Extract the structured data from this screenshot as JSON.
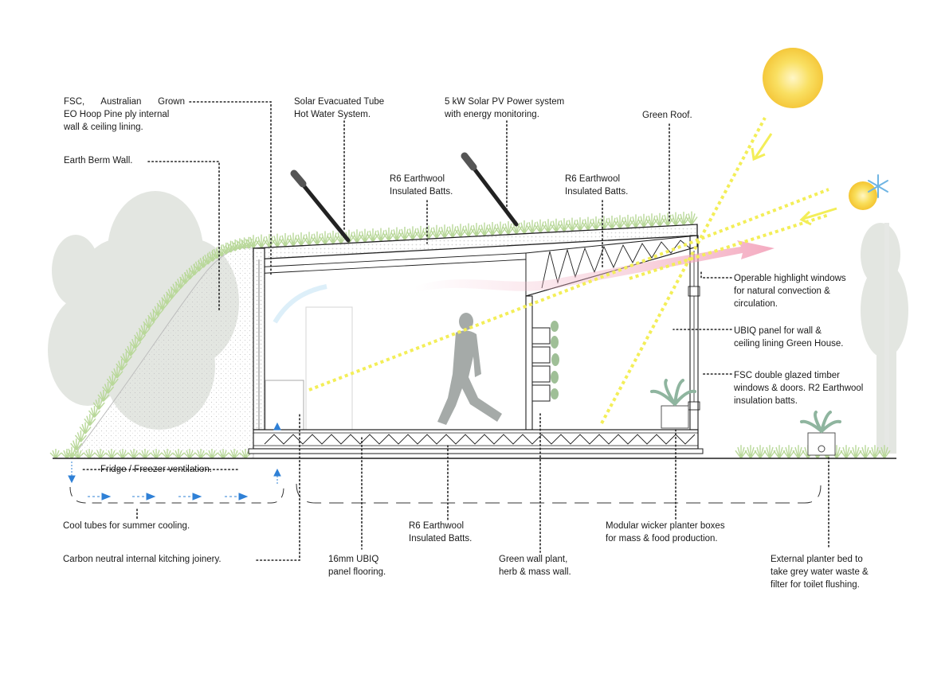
{
  "diagram": {
    "labels": {
      "fsc_lining": [
        "FSC,   Australian   Grown",
        "EO Hoop Pine ply internal",
        "wall & ceiling lining."
      ],
      "earth_berm": [
        "Earth Berm Wall."
      ],
      "solar_tube": [
        "Solar Evacuated Tube",
        "Hot Water System."
      ],
      "solar_pv": [
        "5 kW Solar PV Power system",
        "with energy monitoring."
      ],
      "green_roof": [
        "Green Roof."
      ],
      "batts_roof_left": [
        "R6 Earthwool",
        "Insulated Batts."
      ],
      "batts_roof_right": [
        "R6 Earthwool",
        "Insulated Batts."
      ],
      "highlight_windows": [
        "Operable highlight windows",
        "for natural convection &",
        "circulation."
      ],
      "ubiq_wall": [
        "UBIQ  panel  for  wall  &",
        "ceiling lining Green House."
      ],
      "glazed_windows": [
        "FSC double glazed timber",
        "windows & doors. R2 Earthwool",
        "insulation batts."
      ],
      "fridge_vent": [
        "Fridge / Freezer ventilation."
      ],
      "cool_tubes": [
        "Cool tubes for summer cooling."
      ],
      "kitchen_joinery": [
        "Carbon neutral internal kitching joinery."
      ],
      "ubiq_floor": [
        "16mm UBIQ",
        "panel flooring."
      ],
      "batts_floor": [
        "R6 Earthwool",
        "Insulated Batts."
      ],
      "green_wall": [
        "Green  wall  plant,",
        "herb & mass wall."
      ],
      "planter_boxes": [
        "Modular wicker planter boxes",
        "for mass & food production."
      ],
      "external_planter": [
        "External  planter  bed  to",
        "take grey water waste &",
        "filter for toilet flushing."
      ]
    },
    "colors": {
      "line": "#1f1f1f",
      "leader": "#222222",
      "sun_ray": "#f3ee58",
      "sun": "#f8d64a",
      "grass": "#b9d89a",
      "tree": "#dfe3dd",
      "airflow_warm": "#f3b7c8",
      "airflow_cool": "#9ad0ee",
      "person": "#a5aaa8",
      "vent_arrow": "#2f80d6"
    },
    "icons": [
      "sun-icon",
      "winter-sun-icon",
      "snowflake-icon",
      "person-icon",
      "solar-tube-icon",
      "solar-panel-icon",
      "plant-icon"
    ]
  }
}
